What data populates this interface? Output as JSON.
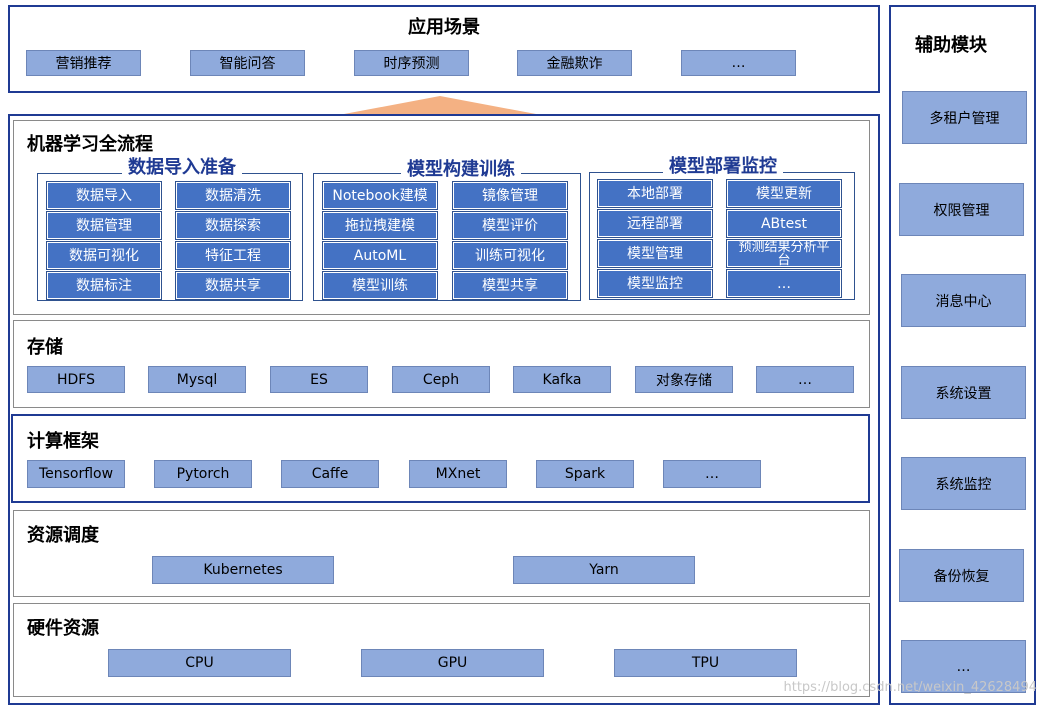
{
  "app_scenarios": {
    "title": "应用场景",
    "items": [
      "营销推荐",
      "智能问答",
      "时序预测",
      "金融欺诈",
      "…"
    ]
  },
  "ml_pipeline": {
    "title": "机器学习全流程",
    "data_prep": {
      "title": "数据导入准备",
      "items": [
        "数据导入",
        "数据清洗",
        "数据管理",
        "数据探索",
        "数据可视化",
        "特征工程",
        "数据标注",
        "数据共享"
      ]
    },
    "model_train": {
      "title": "模型构建训练",
      "items": [
        "Notebook建模",
        "镜像管理",
        "拖拉拽建模",
        "模型评价",
        "AutoML",
        "训练可视化",
        "模型训练",
        "模型共享"
      ]
    },
    "model_deploy": {
      "title": "模型部署监控",
      "items": [
        "本地部署",
        "模型更新",
        "远程部署",
        "ABtest",
        "模型管理",
        "预测结果分析平台",
        "模型监控",
        "…"
      ]
    }
  },
  "storage": {
    "title": "存储",
    "items": [
      "HDFS",
      "Mysql",
      "ES",
      "Ceph",
      "Kafka",
      "对象存储",
      "…"
    ]
  },
  "compute": {
    "title": "计算框架",
    "items": [
      "Tensorflow",
      "Pytorch",
      "Caffe",
      "MXnet",
      "Spark",
      "…"
    ]
  },
  "scheduling": {
    "title": "资源调度",
    "items": [
      "Kubernetes",
      "Yarn"
    ]
  },
  "hardware": {
    "title": "硬件资源",
    "items": [
      "CPU",
      "GPU",
      "TPU"
    ]
  },
  "aux": {
    "title": "辅助模块",
    "items": [
      "多租户管理",
      "权限管理",
      "消息中心",
      "系统设置",
      "系统监控",
      "备份恢复",
      "…"
    ]
  },
  "watermark": "https://blog.csdn.net/weixin_42628494",
  "colors": {
    "navy_border": "#1f3a93",
    "box_blue": "#4472c4",
    "box_light": "#8faadc",
    "arrow": "#f4b183"
  }
}
